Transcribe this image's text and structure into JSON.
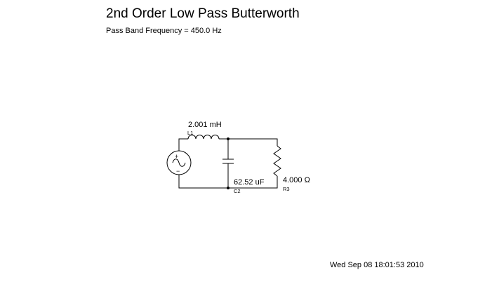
{
  "header": {
    "title": "2nd Order Low Pass Butterworth",
    "subtitle": "Pass Band Frequency = 450.0 Hz"
  },
  "circuit": {
    "source": {
      "plus": "+",
      "minus": "−"
    },
    "inductor": {
      "value": "2.001 mH",
      "ref": "L1"
    },
    "capacitor": {
      "value": "62.52 uF",
      "ref": "C2"
    },
    "resistor": {
      "value": "4.000 Ω",
      "ref": "R3"
    }
  },
  "footer": {
    "timestamp": "Wed Sep 08 18:01:53 2010"
  }
}
